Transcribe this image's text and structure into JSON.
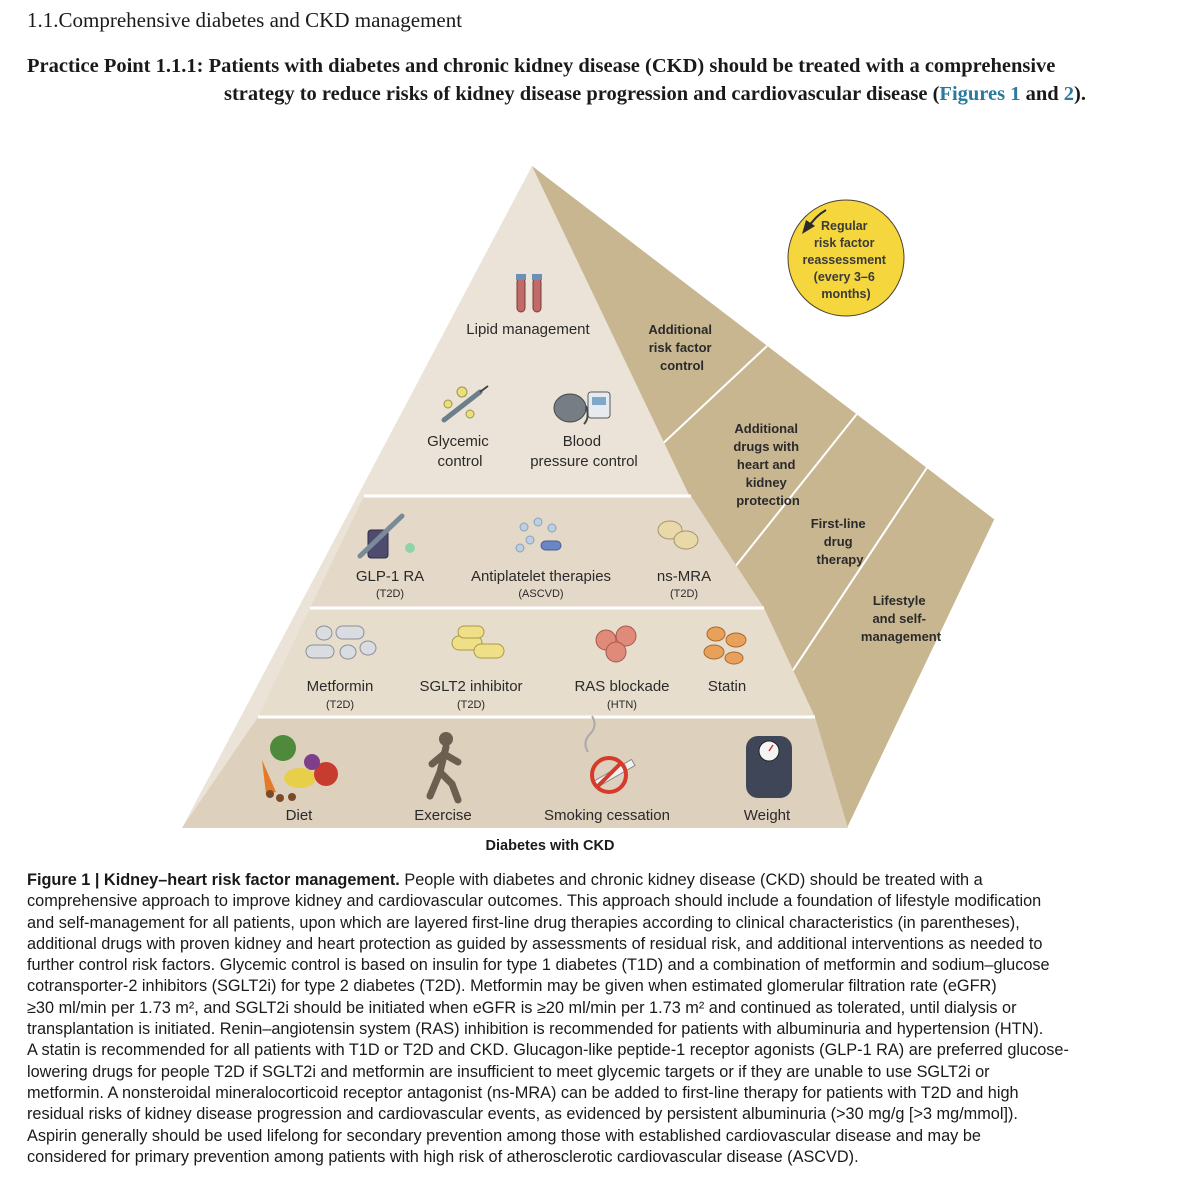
{
  "section": {
    "heading": "1.1.Comprehensive diabetes and CKD management"
  },
  "practice_point": {
    "label": "Practice Point 1.1.1:",
    "text_line1": "Patients with diabetes and chronic kidney disease (CKD) should be treated with a comprehensive",
    "text_line2_pre": "strategy to reduce risks of kidney disease progression and cardiovascular disease (",
    "link1": "Figures 1",
    "and": " and ",
    "link2": "2",
    "text_end": ")."
  },
  "figure": {
    "reassessment_badge": [
      "Regular",
      "risk factor",
      "reassessment",
      "(every 3–6",
      "months)"
    ],
    "side_labels": {
      "additional_risk": [
        "Additional",
        "risk factor",
        "control"
      ],
      "additional_drugs": [
        "Additional",
        "drugs with",
        "heart and",
        "kidney",
        "protection"
      ],
      "first_line": [
        "First-line",
        "drug",
        "therapy"
      ],
      "lifestyle": [
        "Lifestyle",
        "and self-",
        "management"
      ]
    },
    "tier1": {
      "lipid": "Lipid management",
      "glycemic": [
        "Glycemic",
        "control"
      ],
      "blood_pressure": [
        "Blood",
        "pressure control"
      ]
    },
    "tier2": {
      "glp1": "GLP-1 RA",
      "glp1_sub": "(T2D)",
      "antiplatelet": "Antiplatelet therapies",
      "antiplatelet_sub": "(ASCVD)",
      "nsmra": "ns-MRA",
      "nsmra_sub": "(T2D)"
    },
    "tier3": {
      "metformin": "Metformin",
      "metformin_sub": "(T2D)",
      "sglt2": "SGLT2 inhibitor",
      "sglt2_sub": "(T2D)",
      "ras": "RAS blockade",
      "ras_sub": "(HTN)",
      "statin": "Statin"
    },
    "tier4": {
      "diet": "Diet",
      "exercise": "Exercise",
      "smoking": "Smoking cessation",
      "weight": "Weight"
    },
    "base_label": "Diabetes with CKD",
    "colors": {
      "pyramid_face": "#ebe3d7",
      "pyramid_side": "#c8b691",
      "pyramid_side_dark": "#b8a47c",
      "divider": "#ffffff",
      "badge": "#f5d63d"
    }
  },
  "caption": {
    "label": "Figure 1 | Kidney–heart risk factor management.",
    "lines": [
      " People with diabetes and chronic kidney disease (CKD) should be treated with a",
      "comprehensive approach to improve kidney and cardiovascular outcomes. This approach should include a foundation of lifestyle modification",
      "and self-management for all patients, upon which are layered first-line drug therapies according to clinical characteristics (in parentheses),",
      "additional drugs with proven kidney and heart protection as guided by assessments of residual risk, and additional interventions as needed to",
      "further control risk factors. Glycemic control is based on insulin for type 1 diabetes (T1D) and a combination of metformin and sodium–glucose",
      "cotransporter-2 inhibitors (SGLT2i) for type 2 diabetes (T2D). Metformin may be given when estimated glomerular filtration rate (eGFR)",
      "≥30 ml/min per 1.73 m², and SGLT2i should be initiated when eGFR is ≥20 ml/min per 1.73 m² and continued as tolerated, until dialysis or",
      "transplantation is initiated. Renin–angiotensin system (RAS) inhibition is recommended for patients with albuminuria and hypertension (HTN).",
      "A statin is recommended for all patients with T1D or T2D and CKD. Glucagon-like peptide-1 receptor agonists (GLP-1 RA) are preferred glucose-",
      "lowering drugs for people T2D if SGLT2i and metformin are insufficient to meet glycemic targets or if they are unable to use SGLT2i or",
      "metformin. A nonsteroidal mineralocorticoid receptor antagonist (ns-MRA) can be added to first-line therapy for patients with T2D and high",
      "residual risks of kidney disease progression and cardiovascular events, as evidenced by persistent albuminuria (>30 mg/g [>3 mg/mmol]).",
      "Aspirin generally should be used lifelong for secondary prevention among those with established cardiovascular disease and may be",
      "considered for primary prevention among patients with high risk of atherosclerotic cardiovascular disease (ASCVD)."
    ]
  }
}
